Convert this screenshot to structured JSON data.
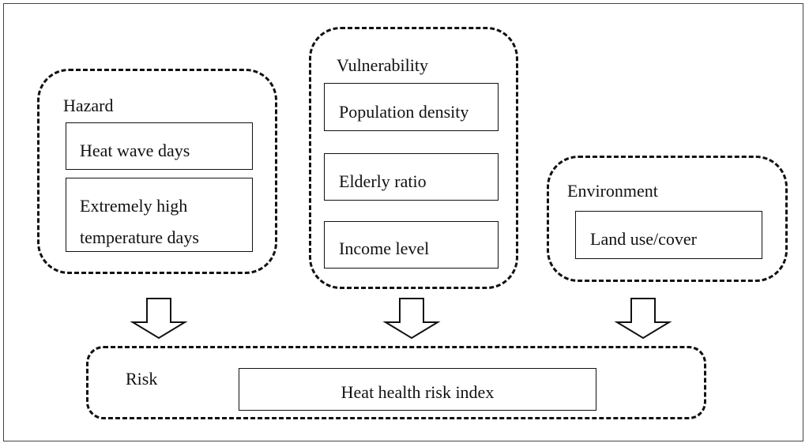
{
  "groups": {
    "hazard": {
      "label": "Hazard",
      "items": [
        "Heat wave days",
        "Extremely high",
        "temperature days"
      ]
    },
    "vulnerability": {
      "label": "Vulnerability",
      "items": [
        "Population density",
        "Elderly ratio",
        "Income level"
      ]
    },
    "environment": {
      "label": "Environment",
      "items": [
        "Land use/cover"
      ]
    },
    "risk": {
      "label": "Risk",
      "items": [
        "Heat health risk index"
      ]
    }
  }
}
